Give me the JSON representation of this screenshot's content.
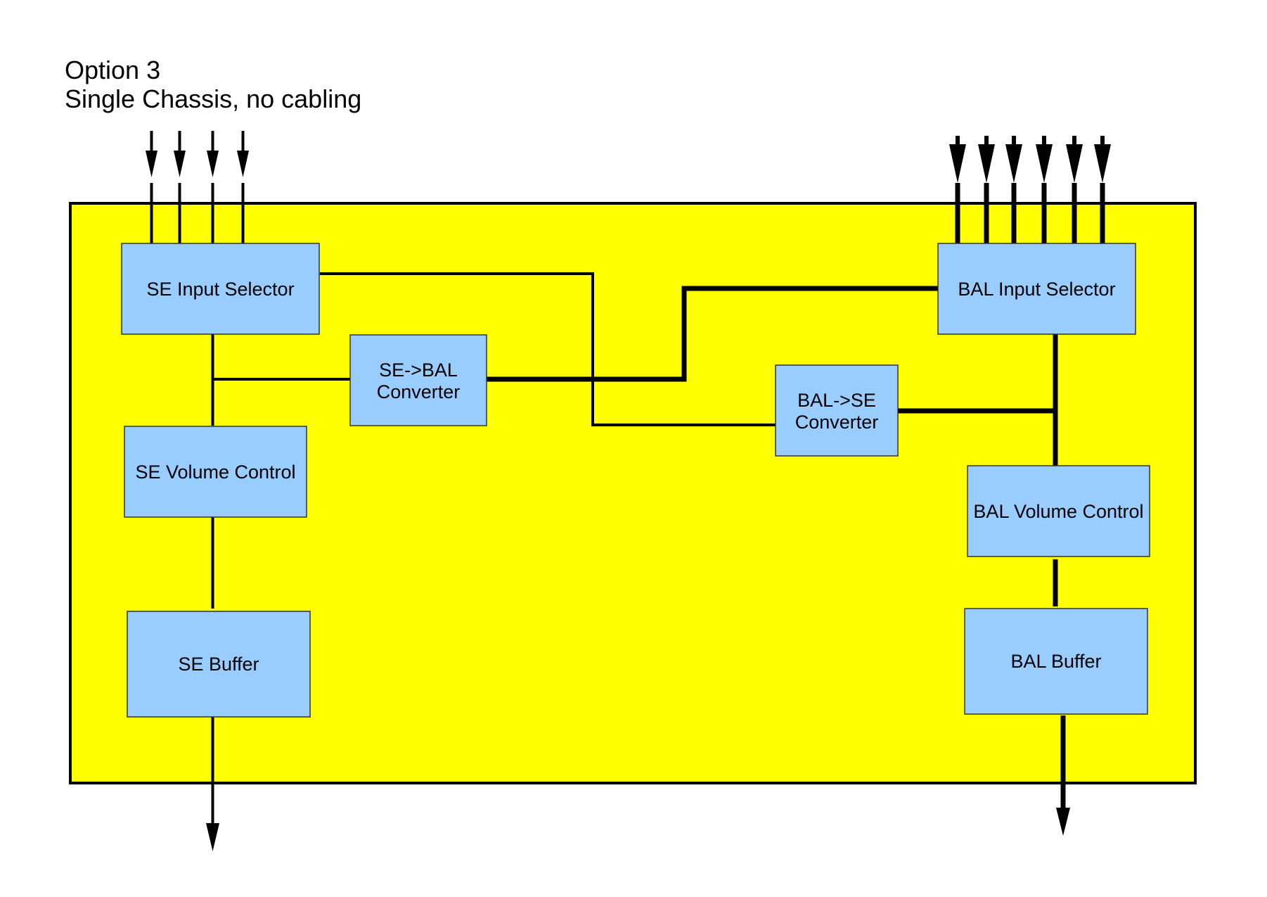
{
  "title": {
    "line1": "Option 3",
    "line2": "Single Chassis, no cabling"
  },
  "colors": {
    "chassis_fill": "#ffff00",
    "block_fill": "#99ccff",
    "line": "#000000"
  },
  "blocks": {
    "se_input_selector": {
      "label": "SE Input Selector"
    },
    "se_to_bal_converter": {
      "line1": "SE->BAL",
      "line2": "Converter"
    },
    "se_volume_control": {
      "label": "SE Volume Control"
    },
    "se_buffer": {
      "label": "SE Buffer"
    },
    "bal_input_selector": {
      "label": "BAL Input Selector"
    },
    "bal_to_se_converter": {
      "line1": "BAL->SE",
      "line2": "Converter"
    },
    "bal_volume_control": {
      "label": "BAL Volume Control"
    },
    "bal_buffer": {
      "label": "BAL Buffer"
    }
  },
  "inputs": {
    "se_count": 4,
    "bal_count": 6
  }
}
